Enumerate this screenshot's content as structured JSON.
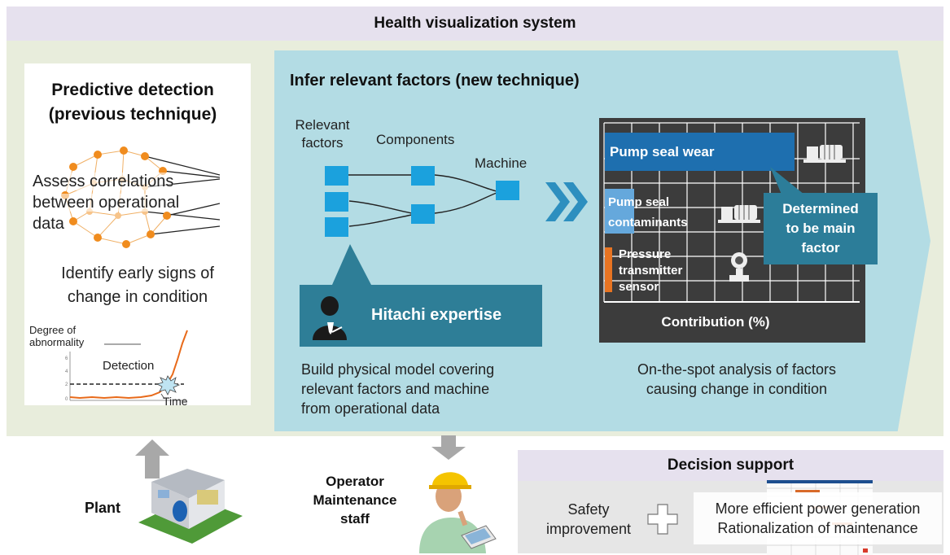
{
  "header": {
    "title": "Health visualization system"
  },
  "predictive": {
    "title_line1": "Predictive detection",
    "title_line2": "(previous technique)",
    "assess_line1": "Assess correlations",
    "assess_line2": "between operational",
    "assess_line3": "data",
    "identify_line1": "Identify early signs of",
    "identify_line2": "change in condition",
    "graph_ylabel_line1": "Degree of",
    "graph_ylabel_line2": "abnormality",
    "graph_detection": "Detection",
    "graph_time": "Time",
    "graph_ticks": [
      "6",
      "4",
      "2",
      "0"
    ]
  },
  "infer": {
    "title": "Infer relevant factors (new technique)",
    "relevant_line1": "Relevant",
    "relevant_line2": "factors",
    "components": "Components",
    "machine": "Machine",
    "expertise": "Hitachi expertise",
    "build_line1": "Build physical model covering",
    "build_line2": "relevant factors and machine",
    "build_line3": "from operational data"
  },
  "contribution": {
    "bar1_label": "Pump seal wear",
    "bar2_line1": "Pump seal",
    "bar2_line2": "contaminants",
    "bar3_line1": "Pressure",
    "bar3_line2": "transmitter",
    "bar3_line3": "sensor",
    "main_line1": "Determined",
    "main_line2": "to be main",
    "main_line3": "factor",
    "axis_label": "Contribution (%)",
    "analysis_line1": "On-the-spot analysis of factors",
    "analysis_line2": "causing change in condition"
  },
  "bottom": {
    "plant": "Plant",
    "operator_line1": "Operator",
    "operator_line2": "Maintenance",
    "operator_line3": "staff"
  },
  "decision": {
    "title": "Decision support",
    "safety_line1": "Safety",
    "safety_line2": "improvement",
    "efficient_line1": "More efficient power generation",
    "efficient_line2": "Rationalization of maintenance"
  },
  "colors": {
    "blue_square": "#1ba1dd",
    "teal_box": "#2e7e97",
    "bar_dark_blue": "#1e6faf",
    "bar_light_blue": "#65a8dc",
    "bar_orange": "#e87422",
    "network_orange": "#f08c1e"
  }
}
